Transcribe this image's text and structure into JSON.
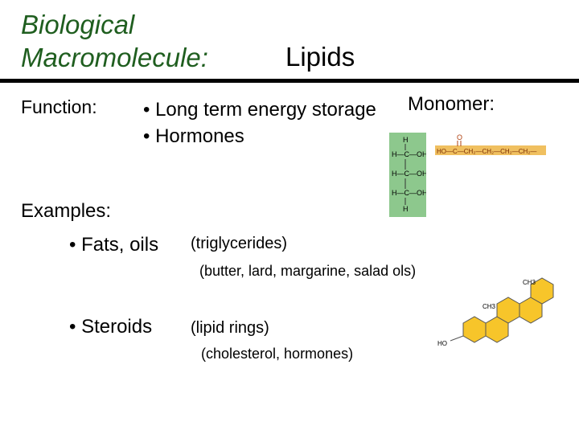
{
  "title": {
    "line1": "Biological",
    "line2": "Macromolecule:",
    "topic": "Lipids"
  },
  "function": {
    "label": "Function:",
    "items": [
      "• Long term energy storage",
      "• Hormones"
    ]
  },
  "monomer": {
    "label": "Monomer:",
    "glycerol": {
      "top_h": "H",
      "row1": "H—C—OH",
      "row2": "H—C—OH",
      "row3": "H—C—OH",
      "bottom_h": "H",
      "color": "#8dc88d"
    },
    "fatty_acid": {
      "carbonyl_o": "O",
      "chain": "HO—C—CH₂—CH₂—CH₂—CH₂—",
      "color": "#f0c060"
    }
  },
  "examples": {
    "label": "Examples:",
    "fats": {
      "bullet": "• Fats, oils",
      "type": "(triglycerides)",
      "list": "(butter, lard, margarine, salad ols)"
    },
    "steroids": {
      "bullet": "• Steroids",
      "type": "(lipid rings)",
      "list": "(cholesterol, hormones)",
      "ring_color": "#f7c52a",
      "ch3_top": "CH3",
      "ch3_mid": "CH3",
      "ho": "HO"
    }
  }
}
